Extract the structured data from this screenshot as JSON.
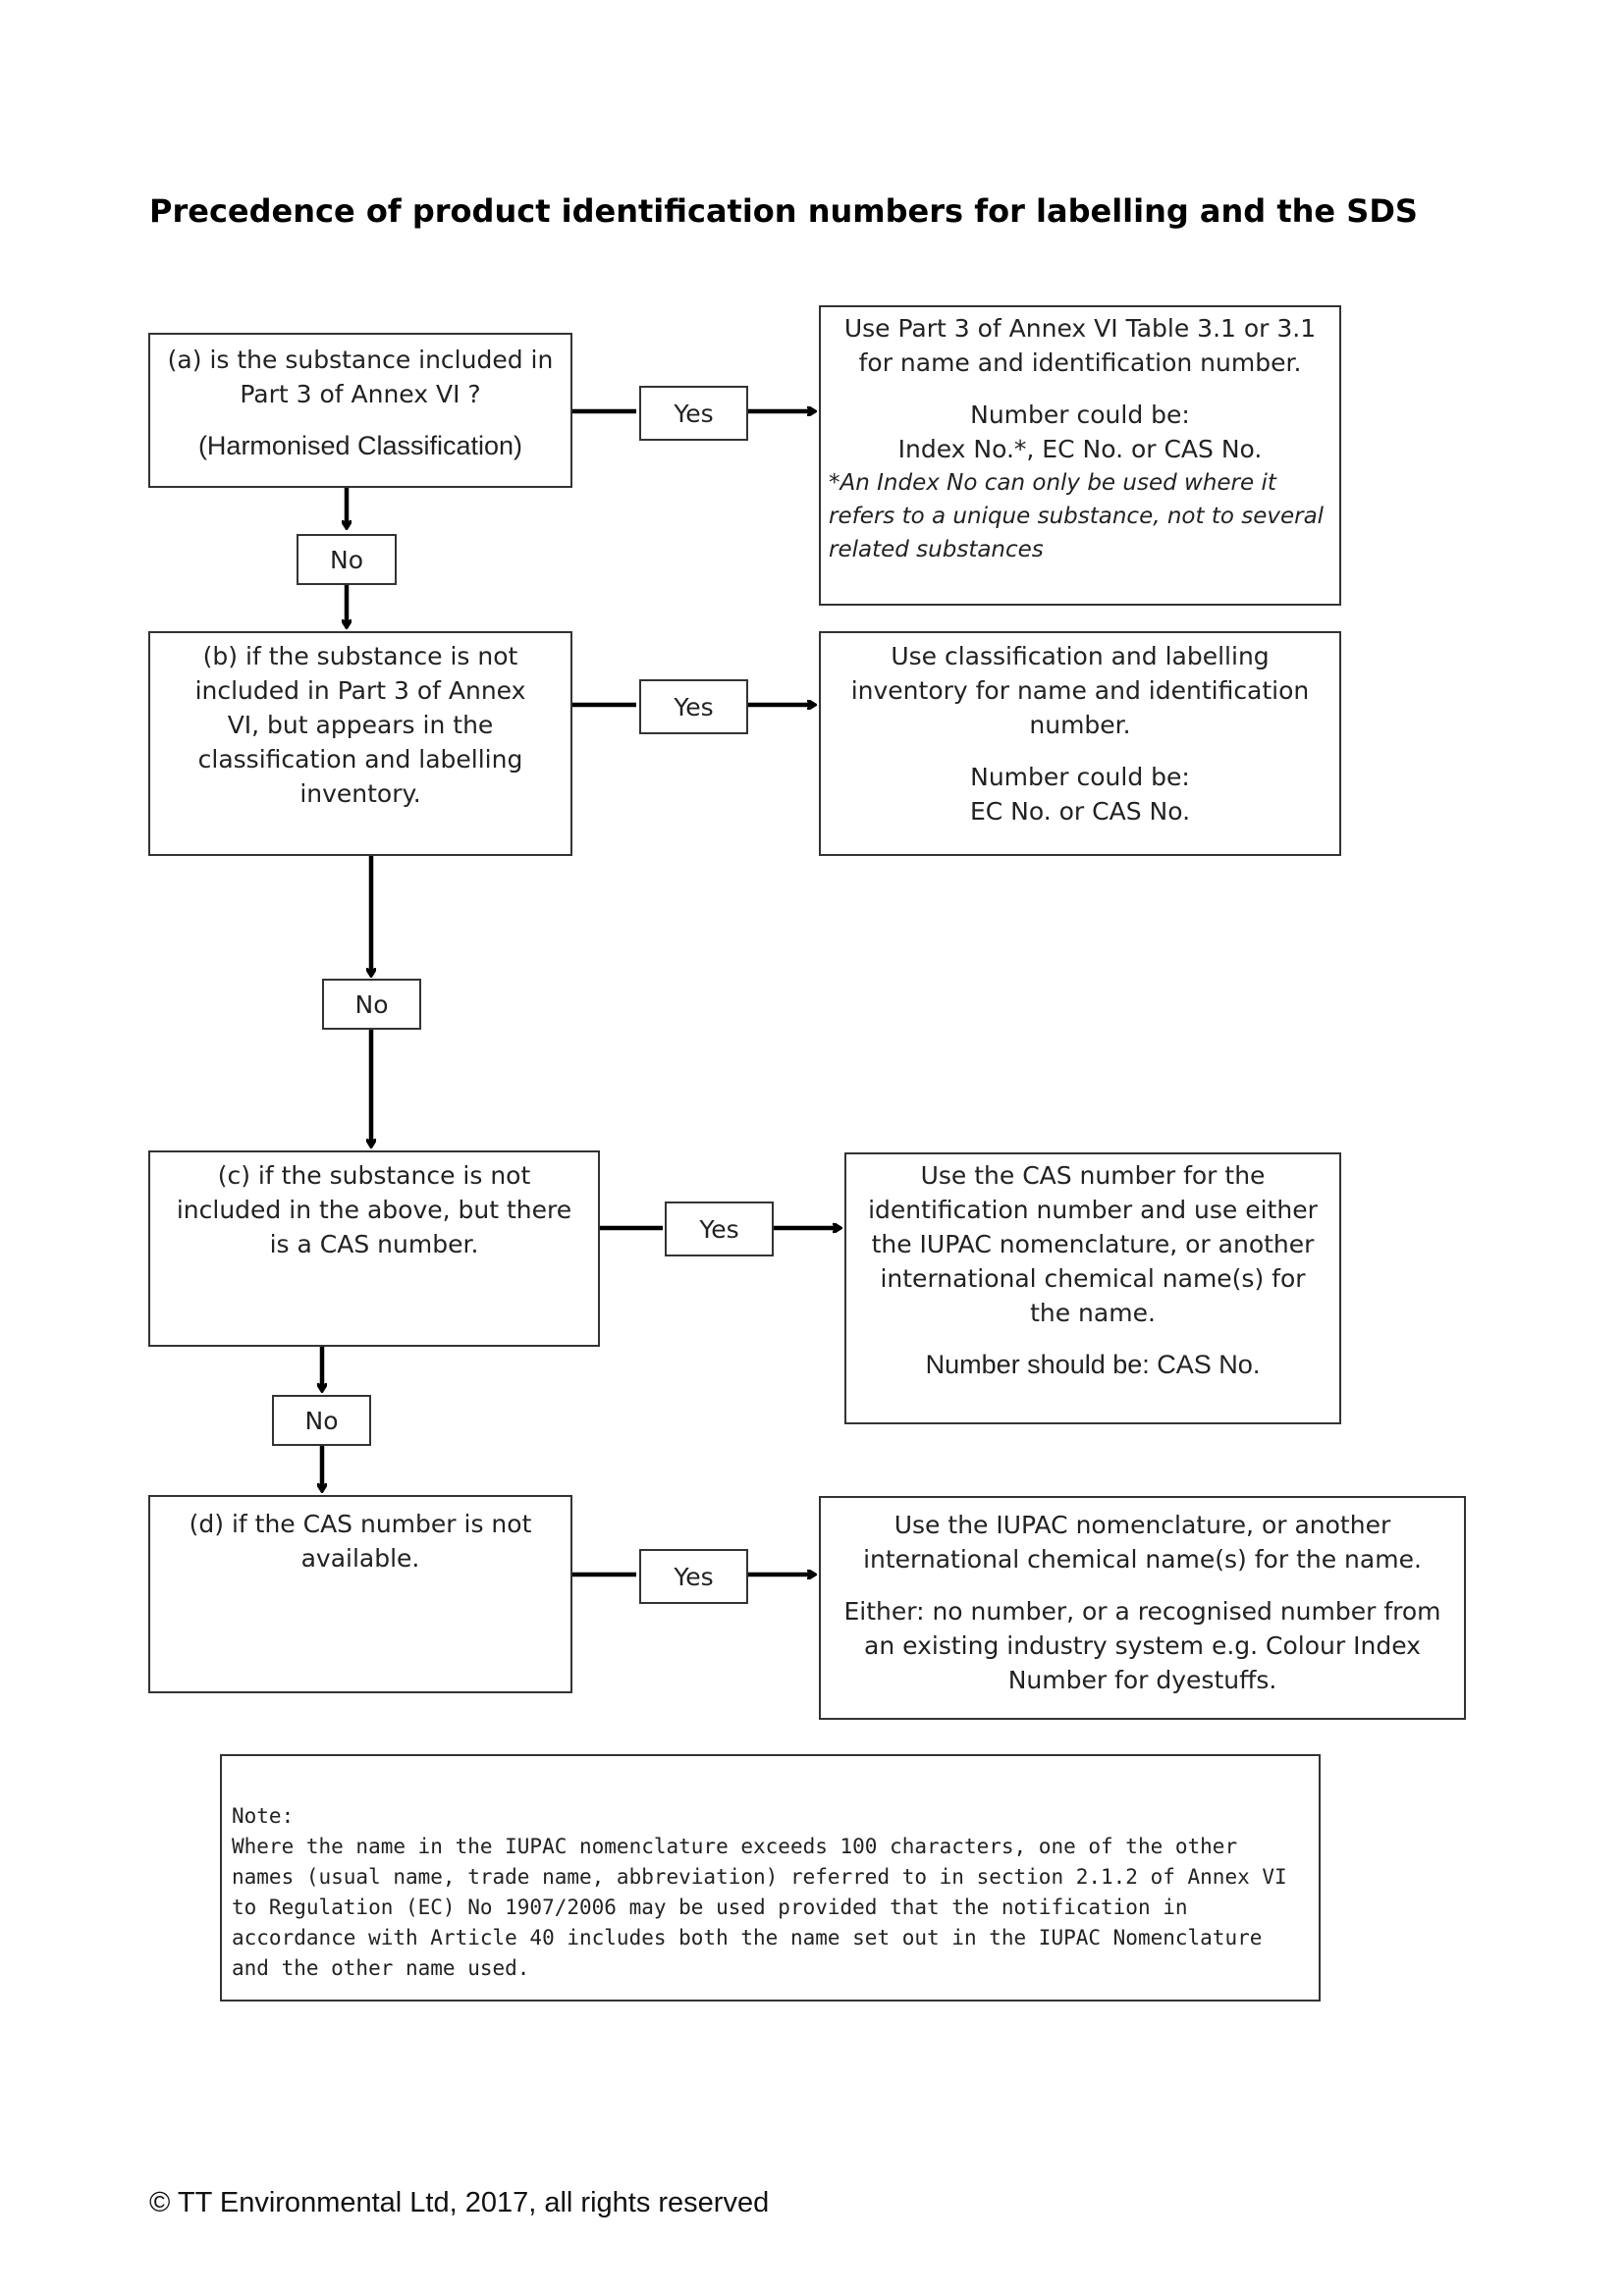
{
  "title": "Precedence of product identification numbers for labelling and the SDS",
  "questions": {
    "a": {
      "line1": "(a) is the substance included in Part 3 of Annex VI ?",
      "line2": "(Harmonised Classification)"
    },
    "b": {
      "line1": "(b) if the substance is not included in Part 3 of Annex VI, but appears in the classification and labelling inventory."
    },
    "c": {
      "line1": "(c) if the substance is not included in the above, but there is a CAS number."
    },
    "d": {
      "line1": "(d) if the CAS number is not available."
    }
  },
  "outcomes": {
    "a": {
      "line1": "Use Part 3 of Annex VI Table 3.1 or 3.1 for name and identification number.",
      "line2": "Number could be:",
      "line3": "Index No.*, EC No. or CAS No.",
      "footnote": "*An Index No can only be used where it refers to a unique substance, not to several related substances"
    },
    "b": {
      "line1": "Use classification and labelling inventory for name and identification number.",
      "line2": "Number could be:",
      "line3": "EC No. or CAS No."
    },
    "c": {
      "line1": "Use the CAS number for the identification number and use either the IUPAC nomenclature, or another international chemical name(s) for the name.",
      "line2": "Number should be: CAS No."
    },
    "d": {
      "line1": "Use the IUPAC nomenclature, or another international chemical name(s) for the name.",
      "line2": "Either: no number, or a recognised number from an existing industry system e.g. Colour Index Number for dyestuffs."
    }
  },
  "connectors": {
    "yes": "Yes",
    "no": "No"
  },
  "note": {
    "heading": "Note:",
    "text": "Where the name in the IUPAC nomenclature exceeds 100 characters, one of the other names (usual name, trade name, abbreviation) referred to in section 2.1.2 of Annex VI to Regulation (EC) No 1907/2006 may be used provided that the notification in accordance with Article 40 includes both the name set out in the IUPAC Nomenclature and the other name used."
  },
  "footer": "© TT Environmental Ltd, 2017, all rights reserved"
}
